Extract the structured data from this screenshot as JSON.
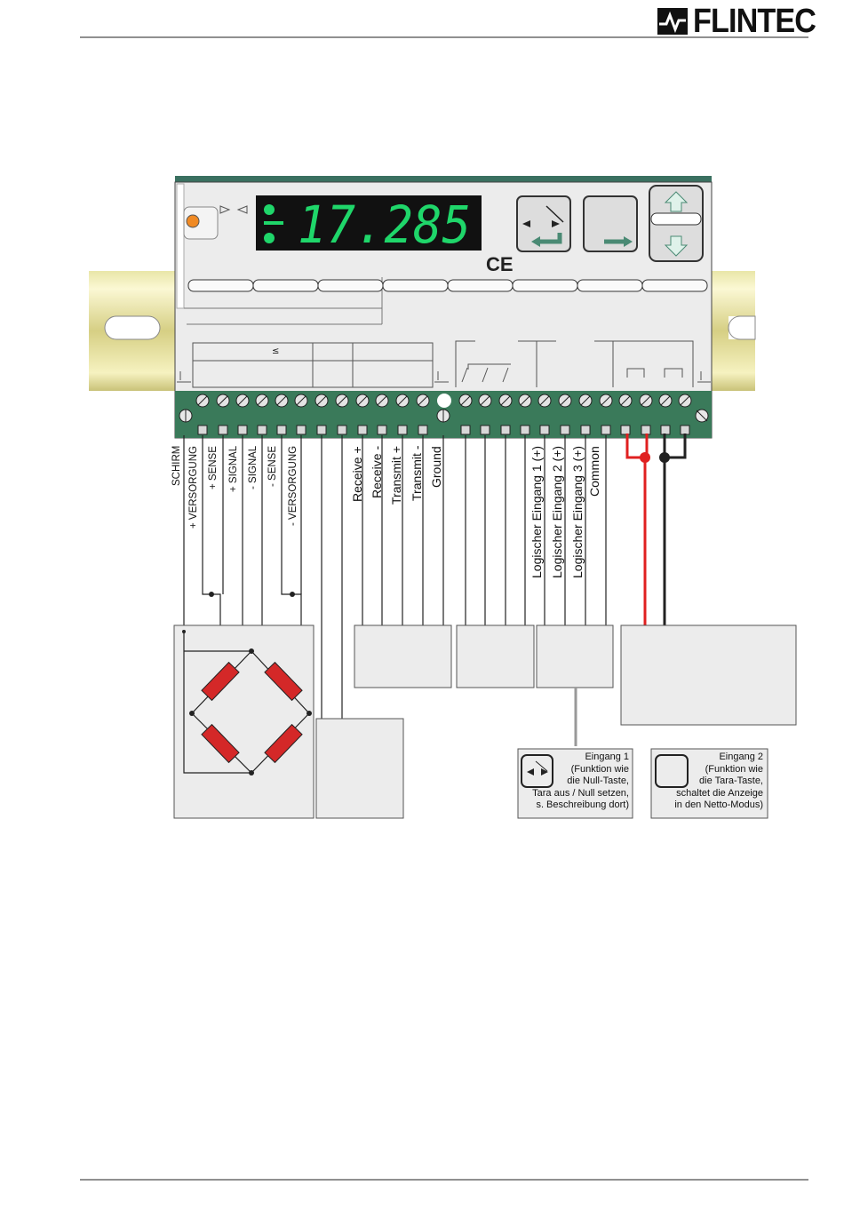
{
  "header": {
    "brand": "FLINTEC"
  },
  "display": {
    "reading": "17.285"
  },
  "labels": {
    "mark_ce": "CE",
    "le_symbol": "≤",
    "loadcell": [
      "SCHIRM",
      "+ VERSORGUNG",
      "+ SENSE",
      "+ SIGNAL",
      "- SIGNAL",
      "- SENSE",
      "- VERSORGUNG"
    ],
    "serial": [
      "Receive +",
      "Receive -",
      "Transmit +",
      "Transmit -",
      "Ground"
    ],
    "inputs": [
      "Logischer Eingang 1 (+)",
      "Logischer Eingang 2 (+)",
      "Logischer Eingang 3 (+)",
      "Common"
    ]
  },
  "notes": {
    "input1": [
      "Eingang 1",
      "(Funktion wie",
      "die Null-Taste,",
      "Tara aus / Null setzen,",
      "s. Beschreibung dort)"
    ],
    "input2": [
      "Eingang 2",
      "(Funktion wie",
      "die Tara-Taste,",
      "schaltet die Anzeige",
      "in den Netto-Modus)"
    ]
  },
  "colors": {
    "terminal_green": "#3a7a5a",
    "power_red": "#e02020",
    "resistor_red": "#d42828",
    "led_green": "#1fd66a",
    "led_orange": "#f08a24"
  }
}
